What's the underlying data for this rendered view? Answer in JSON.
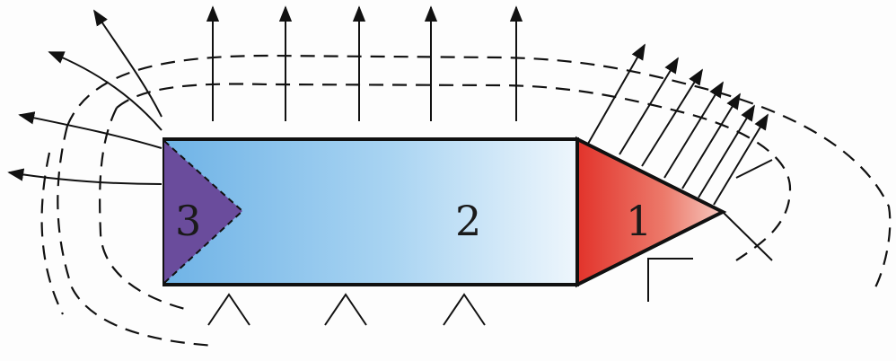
{
  "diagram": {
    "zones": [
      {
        "id": "zone-1",
        "label": "1",
        "color": "#e2332b"
      },
      {
        "id": "zone-2",
        "label": "2",
        "color": "#6fb3e6"
      },
      {
        "id": "zone-3",
        "label": "3",
        "color": "#6a4c9c"
      }
    ]
  }
}
